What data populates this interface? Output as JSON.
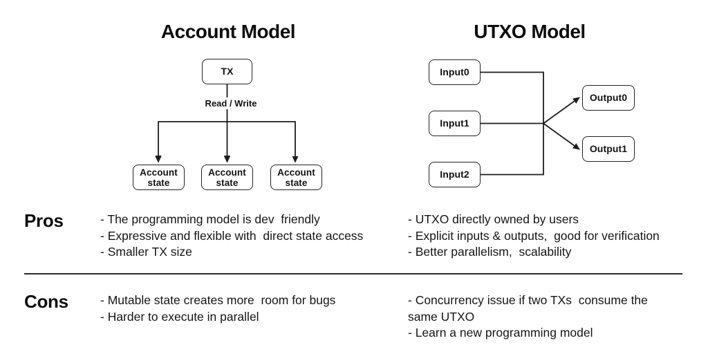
{
  "titles": {
    "account": "Account Model",
    "utxo": "UTXO Model"
  },
  "account_diagram": {
    "tx_label": "TX",
    "edge_label": "Read / Write",
    "state_boxes": [
      "Account\nstate",
      "Account\nstate",
      "Account\nstate"
    ]
  },
  "utxo_diagram": {
    "inputs": [
      "Input0",
      "Input1",
      "Input2"
    ],
    "outputs": [
      "Output0",
      "Output1"
    ]
  },
  "pros": {
    "label": "Pros",
    "account_items": [
      "- The programming model is dev  friendly",
      "- Expressive and flexible with  direct state access",
      "- Smaller TX size"
    ],
    "utxo_items": [
      "- UTXO directly owned by users",
      "- Explicit inputs & outputs,  good for verification",
      "- Better parallelism,  scalability"
    ]
  },
  "cons": {
    "label": "Cons",
    "account_items": [
      "- Mutable state creates more  room for bugs",
      "- Harder to execute in parallel"
    ],
    "utxo_items": [
      "- Concurrency issue if two TXs  consume the",
      "same UTXO",
      "- Learn a new programming model"
    ]
  },
  "colors": {
    "ink": "#141414",
    "line": "#2b2b2b",
    "background": "#ffffff"
  }
}
